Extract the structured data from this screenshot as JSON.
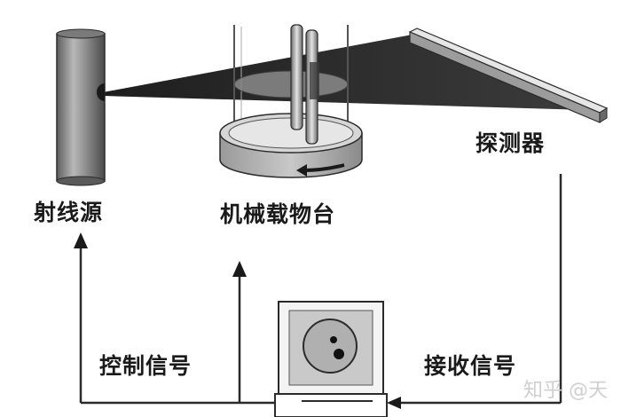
{
  "labels": {
    "source": "射线源",
    "stage": "机械载物台",
    "detector": "探测器",
    "control_signal": "控制信号",
    "receive_signal": "接收信号"
  },
  "watermark": "知乎 @天",
  "colors": {
    "line": "#2a2a2a",
    "beam": "#3a3a3a",
    "source_body": "#8a8a8a",
    "stage_base": "#b5b5b5",
    "screen": "#c9c9c9"
  }
}
